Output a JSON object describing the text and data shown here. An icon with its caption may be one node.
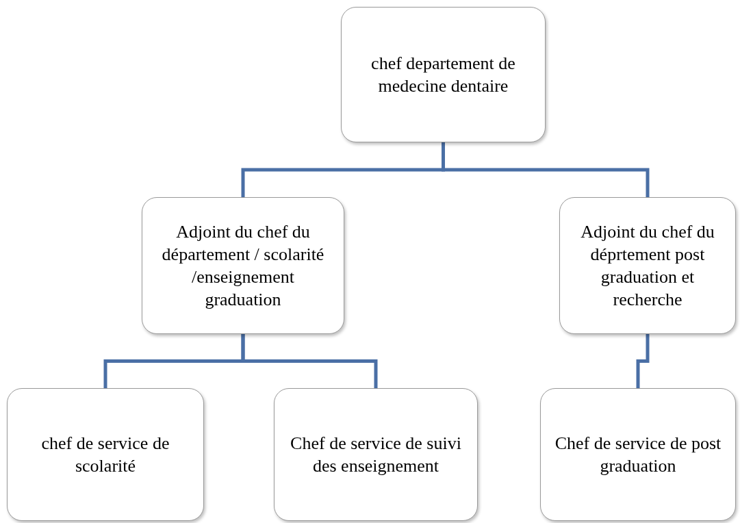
{
  "diagram": {
    "nodes": [
      {
        "text": [
          "chef departement de medecine dentaire"
        ]
      },
      {
        "text": [
          "Adjoint du chef du département / scolarité /enseignement graduation"
        ]
      },
      {
        "text": [
          "Adjoint du chef du déprtement post graduation et recherche"
        ]
      },
      {
        "text": [
          "chef de service de scolarité"
        ]
      },
      {
        "text": [
          "Chef de service de suivi des enseignement"
        ]
      },
      {
        "text": [
          "Chef de service de post graduation"
        ]
      }
    ],
    "edges": [
      {
        "from": 0,
        "to": 1,
        "arrow": "none"
      },
      {
        "from": 0,
        "to": 2,
        "arrow": "none"
      },
      {
        "from": 1,
        "to": 3,
        "arrow": "none"
      },
      {
        "from": 1,
        "to": 4,
        "arrow": "none"
      },
      {
        "from": 2,
        "to": 5,
        "arrow": "none"
      }
    ]
  }
}
